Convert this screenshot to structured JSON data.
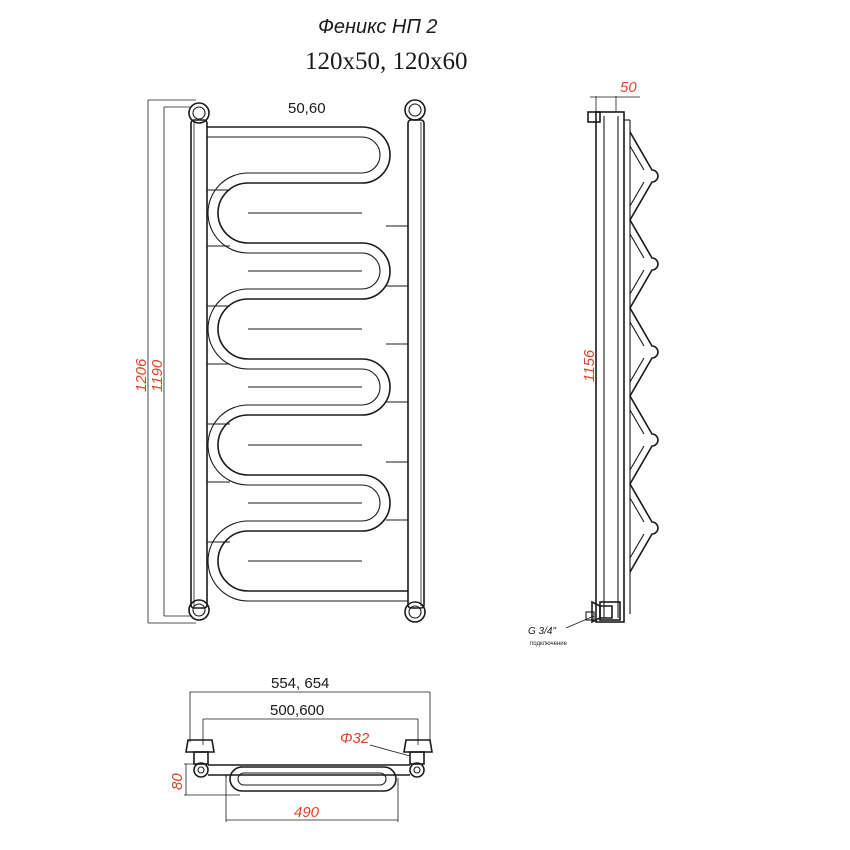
{
  "title": "Феникс НП 2",
  "subtitle": "120x50, 120x60",
  "front_view": {
    "top_label": "50,60",
    "height_outer": "1206",
    "height_inner": "1190"
  },
  "side_view": {
    "depth_label": "50",
    "height_label": "1156",
    "thread_label": "G 3/4\"",
    "thread_note": "подключение"
  },
  "top_view": {
    "width_outer": "554, 654",
    "width_inner": "500,600",
    "pipe_diameter": "Φ32",
    "depth": "80",
    "coil_width": "490"
  },
  "colors": {
    "line": "#1a1a1a",
    "dimension_red": "#d9452b"
  }
}
